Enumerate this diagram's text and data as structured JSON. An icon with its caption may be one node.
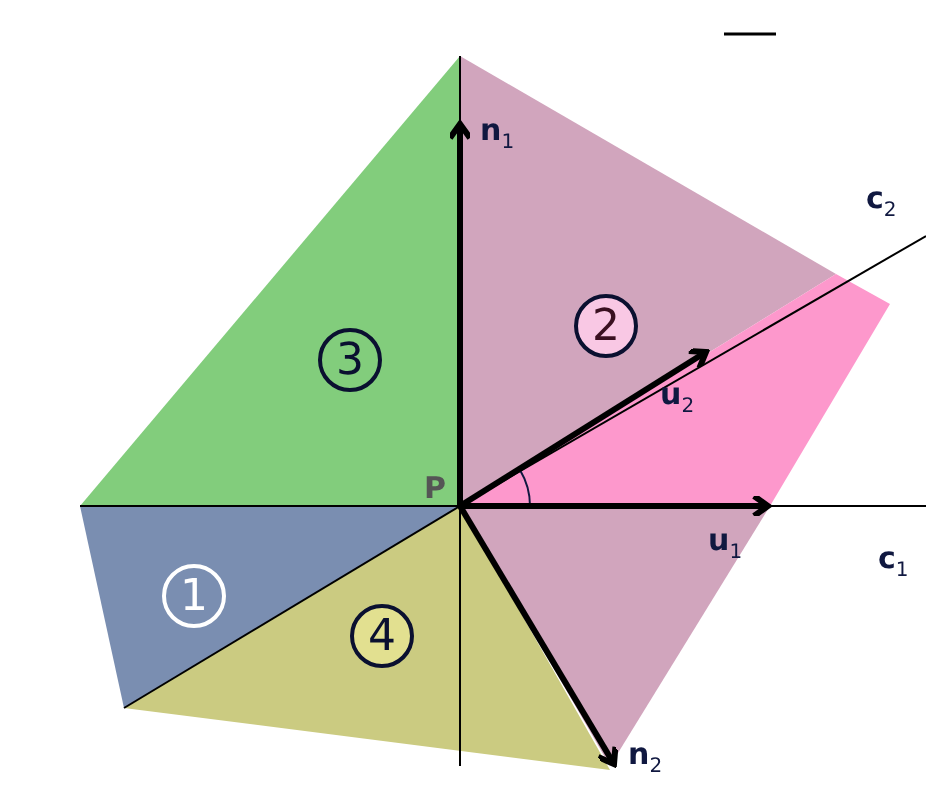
{
  "diagram": {
    "nodes": [
      {
        "text": [
          "3"
        ]
      },
      {
        "text": [
          "2"
        ]
      },
      {
        "text": [
          "1"
        ]
      },
      {
        "text": [
          "4"
        ]
      }
    ],
    "labels": [
      "n$_{1}$",
      "c$_{2}$",
      "u$_{2}$",
      "P",
      "u$_{1}$",
      "c$_{1}$",
      "n$_{2}$"
    ]
  }
}
